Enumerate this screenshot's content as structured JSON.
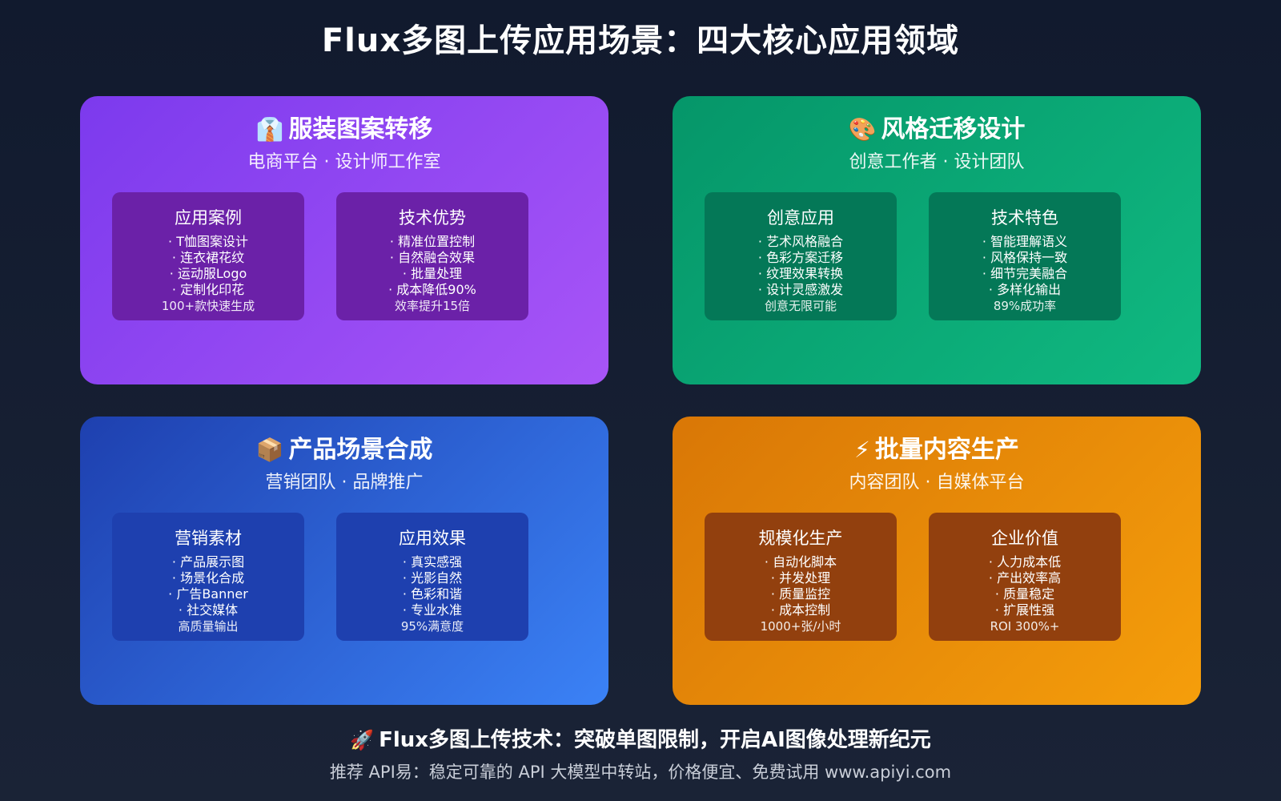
{
  "title": "Flux多图上传应用场景：四大核心应用领域",
  "cards": [
    {
      "emoji": "👔",
      "icon_name": "shirt-tie-icon",
      "heading": "服装图案转移",
      "subtitle": "电商平台 · 设计师工作室",
      "color": "#8b3ff0",
      "boxes": [
        {
          "title": "应用案例",
          "items": [
            "T恤图案设计",
            "连衣裙花纹",
            "运动服Logo",
            "定制化印花"
          ],
          "footer": "100+款快速生成"
        },
        {
          "title": "技术优势",
          "items": [
            "精准位置控制",
            "自然融合效果",
            "批量处理",
            "成本降低90%"
          ],
          "footer": "效率提升15倍"
        }
      ]
    },
    {
      "emoji": "🎨",
      "icon_name": "palette-icon",
      "heading": "风格迁移设计",
      "subtitle": "创意工作者 · 设计团队",
      "color": "#0ca572",
      "boxes": [
        {
          "title": "创意应用",
          "items": [
            "艺术风格融合",
            "色彩方案迁移",
            "纹理效果转换",
            "设计灵感激发"
          ],
          "footer": "创意无限可能"
        },
        {
          "title": "技术特色",
          "items": [
            "智能理解语义",
            "风格保持一致",
            "细节完美融合",
            "多样化输出"
          ],
          "footer": "89%成功率"
        }
      ]
    },
    {
      "emoji": "📦",
      "icon_name": "package-icon",
      "heading": "产品场景合成",
      "subtitle": "营销团队 · 品牌推广",
      "color": "#2a5bd7",
      "boxes": [
        {
          "title": "营销素材",
          "items": [
            "产品展示图",
            "场景化合成",
            "广告Banner",
            "社交媒体"
          ],
          "footer": "高质量输出"
        },
        {
          "title": "应用效果",
          "items": [
            "真实感强",
            "光影自然",
            "色彩和谐",
            "专业水准"
          ],
          "footer": "95%满意度"
        }
      ]
    },
    {
      "emoji": "⚡",
      "icon_name": "lightning-icon",
      "heading": "批量内容生产",
      "subtitle": "内容团队 · 自媒体平台",
      "color": "#e38a09",
      "boxes": [
        {
          "title": "规模化生产",
          "items": [
            "自动化脚本",
            "并发处理",
            "质量监控",
            "成本控制"
          ],
          "footer": "1000+张/小时"
        },
        {
          "title": "企业价值",
          "items": [
            "人力成本低",
            "产出效率高",
            "质量稳定",
            "扩展性强"
          ],
          "footer": "ROI 300%+"
        }
      ]
    }
  ],
  "footer": {
    "emoji": "🚀",
    "main": "Flux多图上传技术：突破单图限制，开启AI图像处理新纪元",
    "sub": "推荐 API易：稳定可靠的 API 大模型中转站，价格便宜、免费试用 www.apiyi.com"
  }
}
